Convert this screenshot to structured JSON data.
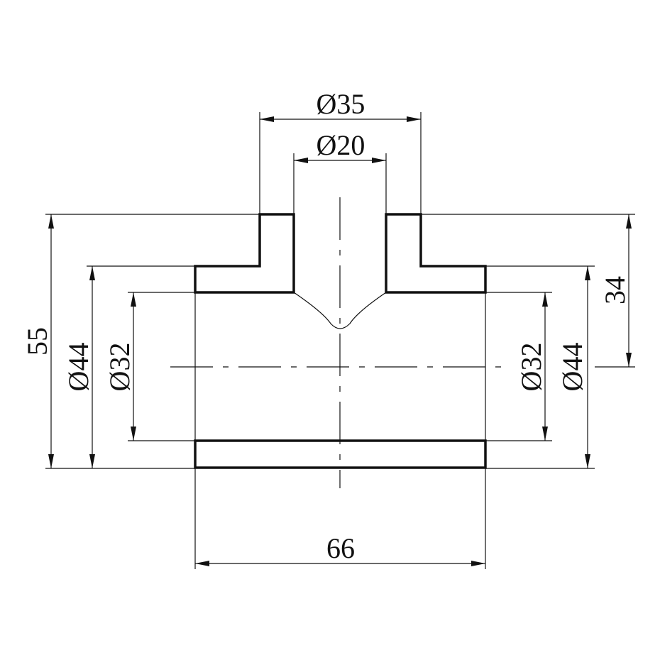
{
  "drawing": {
    "dimensions": {
      "top_outer_diameter": "Ø35",
      "top_inner_diameter": "Ø20",
      "overall_height": "55",
      "left_outer_diameter": "Ø44",
      "left_inner_diameter": "Ø32",
      "right_inner_diameter": "Ø32",
      "right_outer_diameter": "Ø44",
      "branch_height": "34",
      "overall_length": "66"
    },
    "colors": {
      "line": "#111111",
      "background": "#ffffff"
    }
  }
}
